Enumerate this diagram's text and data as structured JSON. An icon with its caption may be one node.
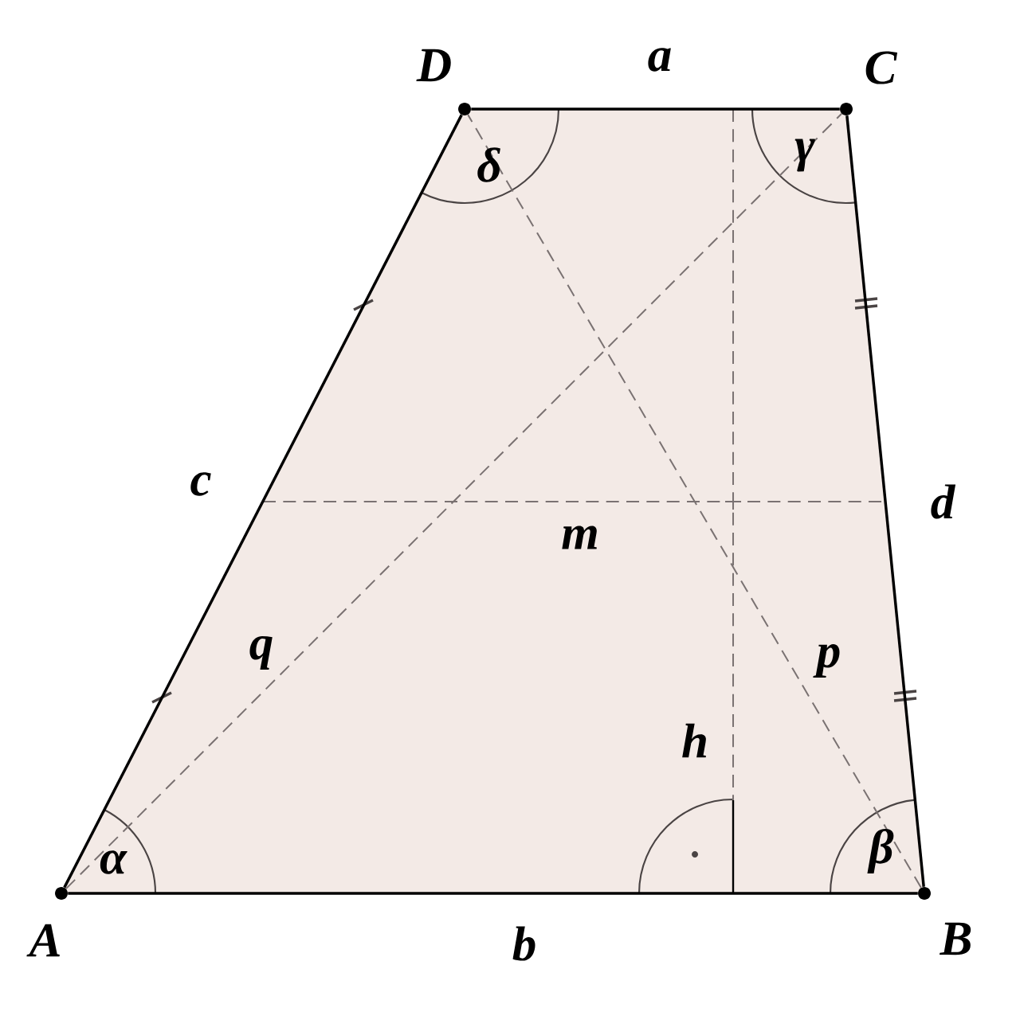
{
  "diagram": {
    "nodes": [
      {
        "text": [
          "A"
        ]
      },
      {
        "text": [
          "B"
        ]
      },
      {
        "text": [
          "C"
        ]
      },
      {
        "text": [
          "D"
        ]
      }
    ],
    "edges": [
      {
        "from": 0,
        "to": 1,
        "arrow": "none",
        "label": "b"
      },
      {
        "from": 1,
        "to": 2,
        "arrow": "none",
        "label": "d"
      },
      {
        "from": 2,
        "to": 3,
        "arrow": "none",
        "label": "a"
      },
      {
        "from": 3,
        "to": 0,
        "arrow": "none",
        "label": "c"
      },
      {
        "from": 0,
        "to": 2,
        "arrow": "none",
        "label": "q",
        "style": "dashed",
        "color": "#7a7272"
      },
      {
        "from": 1,
        "to": 3,
        "arrow": "none",
        "label": "p",
        "style": "dashed",
        "color": "#7a7272"
      }
    ],
    "labels": [
      "m",
      "h",
      "α",
      "β",
      "γ",
      "δ"
    ]
  }
}
